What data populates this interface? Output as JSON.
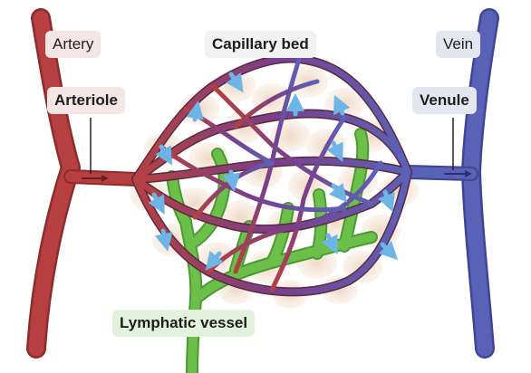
{
  "labels": {
    "artery": "Artery",
    "arteriole": "Arteriole",
    "capillary_bed": "Capillary bed",
    "vein": "Vein",
    "venule": "Venule",
    "lymphatic_vessel": "Lymphatic vessel"
  },
  "colors": {
    "artery": "#b5403f",
    "artery_dark": "#8e2c2c",
    "vein": "#5a62b8",
    "vein_dark": "#3e4594",
    "capillary_mid": "#7a3f8a",
    "lymph": "#6cc04a",
    "lymph_dark": "#4b9a33",
    "cell": "#f5e6da",
    "arrow": "#6cb5e6",
    "pointer": "#222222"
  }
}
